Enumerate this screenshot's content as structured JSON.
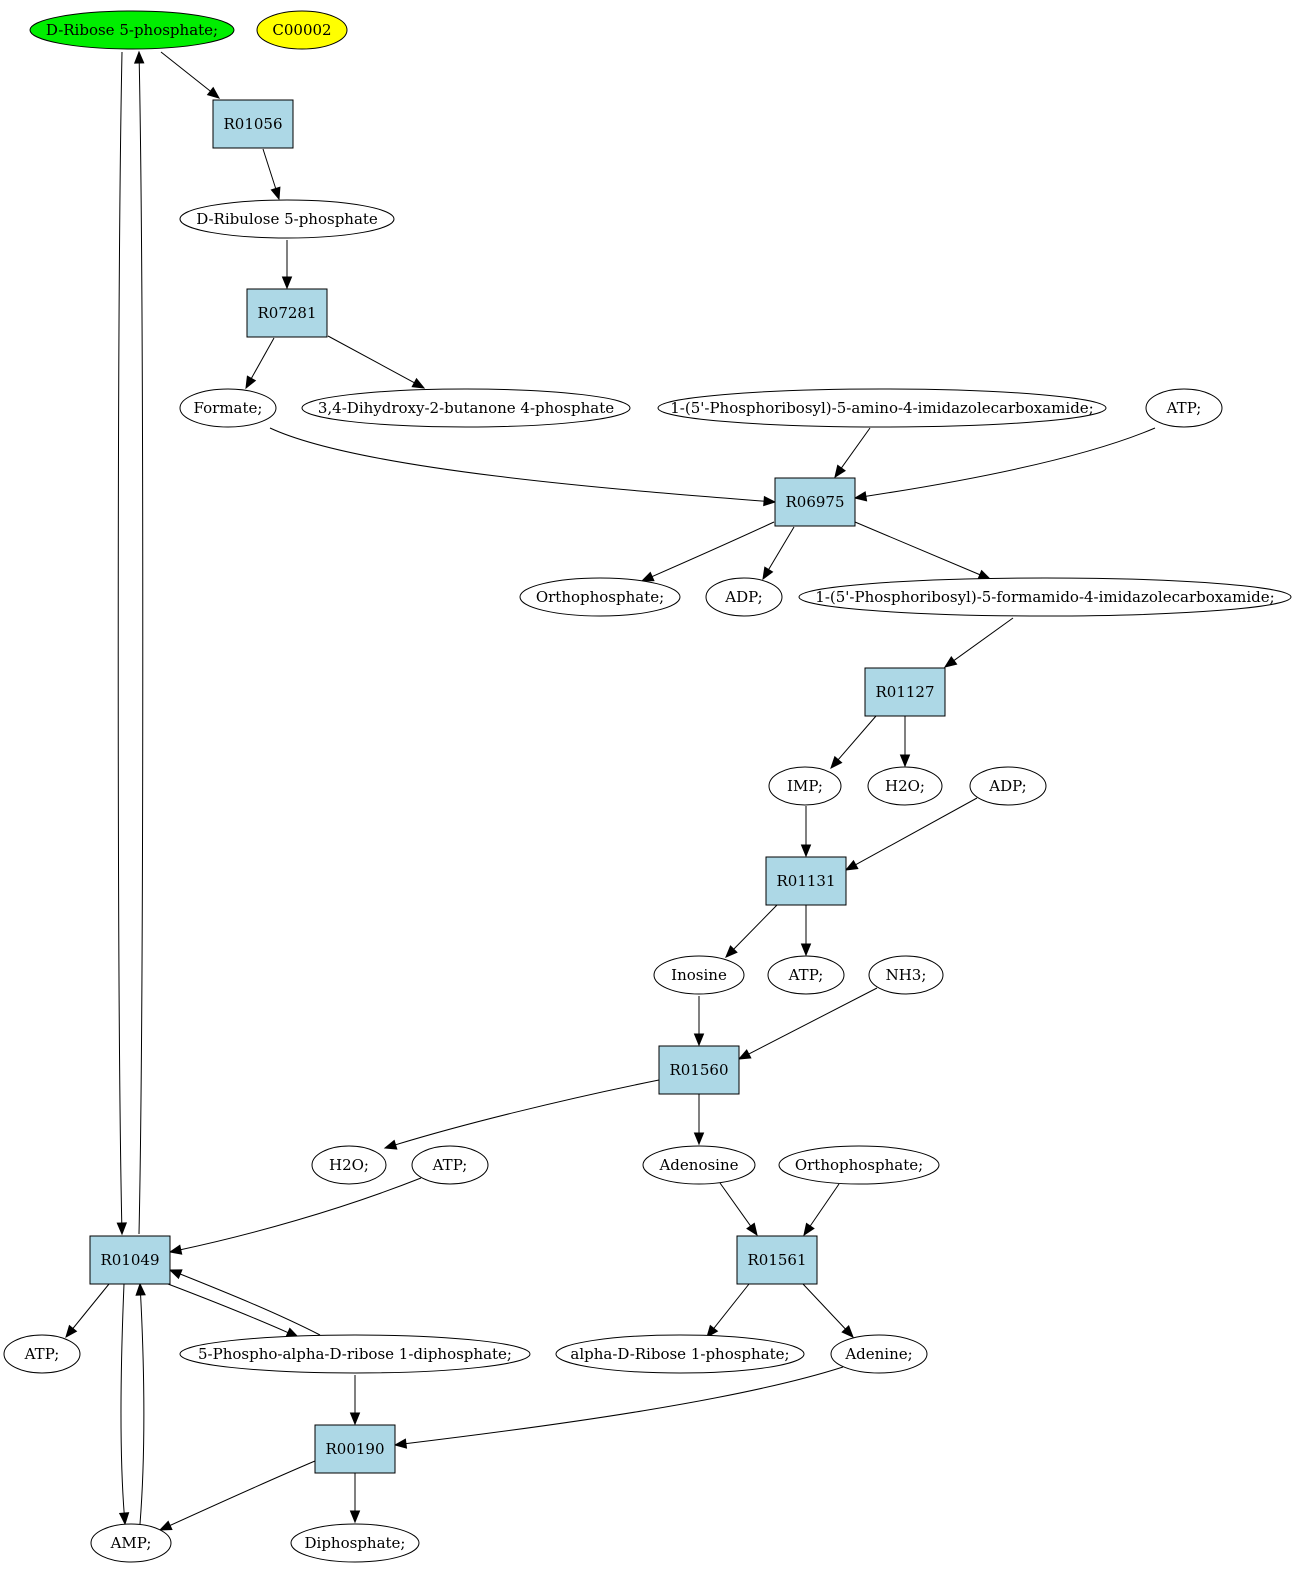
{
  "diagram": {
    "colors": {
      "highlight_compound": "#00ee00",
      "query_compound": "#ffff00",
      "compound": "#ffffff",
      "reaction": "#add8e6",
      "stroke": "#000000"
    },
    "nodes": [
      {
        "id": "dr5p",
        "label": "D-Ribose 5-phosphate;",
        "kind": "compound",
        "fill": "#00ee00"
      },
      {
        "id": "c00002",
        "label": "C00002",
        "kind": "compound",
        "fill": "#ffff00"
      },
      {
        "id": "r01056",
        "label": "R01056",
        "kind": "reaction"
      },
      {
        "id": "dru5p",
        "label": "D-Ribulose 5-phosphate",
        "kind": "compound"
      },
      {
        "id": "r07281",
        "label": "R07281",
        "kind": "reaction"
      },
      {
        "id": "formate",
        "label": "Formate;",
        "kind": "compound"
      },
      {
        "id": "dhbp",
        "label": "3,4-Dihydroxy-2-butanone 4-phosphate",
        "kind": "compound"
      },
      {
        "id": "aicar",
        "label": "1-(5'-Phosphoribosyl)-5-amino-4-imidazolecarboxamide;",
        "kind": "compound"
      },
      {
        "id": "atp1",
        "label": "ATP;",
        "kind": "compound"
      },
      {
        "id": "r06975",
        "label": "R06975",
        "kind": "reaction"
      },
      {
        "id": "ortho1",
        "label": "Orthophosphate;",
        "kind": "compound"
      },
      {
        "id": "adp1",
        "label": "ADP;",
        "kind": "compound"
      },
      {
        "id": "faicar",
        "label": "1-(5'-Phosphoribosyl)-5-formamido-4-imidazolecarboxamide;",
        "kind": "compound"
      },
      {
        "id": "r01127",
        "label": "R01127",
        "kind": "reaction"
      },
      {
        "id": "imp",
        "label": "IMP;",
        "kind": "compound"
      },
      {
        "id": "h2o1",
        "label": "H2O;",
        "kind": "compound"
      },
      {
        "id": "adp2",
        "label": "ADP;",
        "kind": "compound"
      },
      {
        "id": "r01131",
        "label": "R01131",
        "kind": "reaction"
      },
      {
        "id": "inosine",
        "label": "Inosine",
        "kind": "compound"
      },
      {
        "id": "atp2",
        "label": "ATP;",
        "kind": "compound"
      },
      {
        "id": "nh3",
        "label": "NH3;",
        "kind": "compound"
      },
      {
        "id": "r01560",
        "label": "R01560",
        "kind": "reaction"
      },
      {
        "id": "h2o2",
        "label": "H2O;",
        "kind": "compound"
      },
      {
        "id": "atp3",
        "label": "ATP;",
        "kind": "compound"
      },
      {
        "id": "adenosine",
        "label": "Adenosine",
        "kind": "compound"
      },
      {
        "id": "ortho2",
        "label": "Orthophosphate;",
        "kind": "compound"
      },
      {
        "id": "r01049",
        "label": "R01049",
        "kind": "reaction"
      },
      {
        "id": "r01561",
        "label": "R01561",
        "kind": "reaction"
      },
      {
        "id": "atp4",
        "label": "ATP;",
        "kind": "compound"
      },
      {
        "id": "prpp",
        "label": "5-Phospho-alpha-D-ribose 1-diphosphate;",
        "kind": "compound"
      },
      {
        "id": "adr1p",
        "label": "alpha-D-Ribose 1-phosphate;",
        "kind": "compound"
      },
      {
        "id": "adenine",
        "label": "Adenine;",
        "kind": "compound"
      },
      {
        "id": "r00190",
        "label": "R00190",
        "kind": "reaction"
      },
      {
        "id": "amp",
        "label": "AMP;",
        "kind": "compound"
      },
      {
        "id": "diphos",
        "label": "Diphosphate;",
        "kind": "compound"
      }
    ],
    "edges": [
      {
        "from": "dr5p",
        "to": "r01056"
      },
      {
        "from": "dr5p",
        "to": "r01049"
      },
      {
        "from": "r01049",
        "to": "dr5p"
      },
      {
        "from": "r01056",
        "to": "dru5p"
      },
      {
        "from": "dru5p",
        "to": "r07281"
      },
      {
        "from": "r07281",
        "to": "formate"
      },
      {
        "from": "r07281",
        "to": "dhbp"
      },
      {
        "from": "formate",
        "to": "r06975"
      },
      {
        "from": "aicar",
        "to": "r06975"
      },
      {
        "from": "atp1",
        "to": "r06975"
      },
      {
        "from": "r06975",
        "to": "ortho1"
      },
      {
        "from": "r06975",
        "to": "adp1"
      },
      {
        "from": "r06975",
        "to": "faicar"
      },
      {
        "from": "faicar",
        "to": "r01127"
      },
      {
        "from": "r01127",
        "to": "imp"
      },
      {
        "from": "r01127",
        "to": "h2o1"
      },
      {
        "from": "imp",
        "to": "r01131"
      },
      {
        "from": "adp2",
        "to": "r01131"
      },
      {
        "from": "r01131",
        "to": "inosine"
      },
      {
        "from": "r01131",
        "to": "atp2"
      },
      {
        "from": "inosine",
        "to": "r01560"
      },
      {
        "from": "nh3",
        "to": "r01560"
      },
      {
        "from": "r01560",
        "to": "h2o2"
      },
      {
        "from": "r01560",
        "to": "adenosine"
      },
      {
        "from": "atp3",
        "to": "r01049"
      },
      {
        "from": "adenosine",
        "to": "r01561"
      },
      {
        "from": "ortho2",
        "to": "r01561"
      },
      {
        "from": "r01561",
        "to": "adr1p"
      },
      {
        "from": "r01561",
        "to": "adenine"
      },
      {
        "from": "r01049",
        "to": "atp4"
      },
      {
        "from": "r01049",
        "to": "prpp"
      },
      {
        "from": "prpp",
        "to": "r01049"
      },
      {
        "from": "r01049",
        "to": "amp"
      },
      {
        "from": "amp",
        "to": "r01049"
      },
      {
        "from": "prpp",
        "to": "r00190"
      },
      {
        "from": "adenine",
        "to": "r00190"
      },
      {
        "from": "r00190",
        "to": "amp"
      },
      {
        "from": "r00190",
        "to": "diphos"
      }
    ]
  }
}
